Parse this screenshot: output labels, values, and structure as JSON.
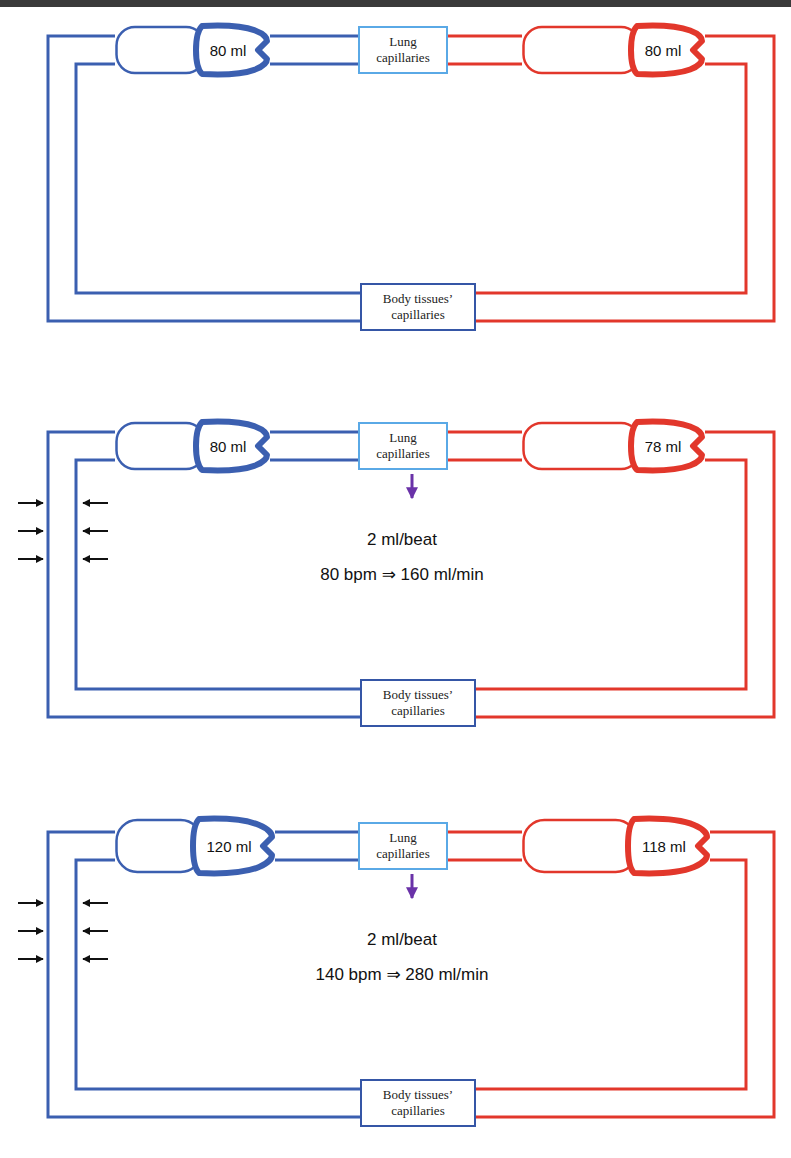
{
  "diagram": {
    "nodes": [
      {
        "text": [
          "80 ml"
        ]
      },
      {
        "text": [
          "Lung capillaries"
        ]
      },
      {
        "text": [
          "80 ml"
        ]
      },
      {
        "text": [
          "Body tissues’ capillaries"
        ]
      },
      {
        "text": [
          "80 ml"
        ]
      },
      {
        "text": [
          "Lung capillaries"
        ]
      },
      {
        "text": [
          "78 ml"
        ]
      },
      {
        "text": [
          "Body tissues’ capillaries"
        ]
      },
      {
        "text": [
          "120 ml"
        ]
      },
      {
        "text": [
          "Lung capillaries"
        ]
      },
      {
        "text": [
          "118 ml"
        ]
      },
      {
        "text": [
          "Body tissues’ capillaries"
        ]
      }
    ],
    "edges": [
      {
        "from": 0,
        "to": 1,
        "arrow": "none"
      },
      {
        "from": 1,
        "to": 2,
        "arrow": "none"
      },
      {
        "from": 2,
        "to": 3,
        "arrow": "none"
      },
      {
        "from": 3,
        "to": 0,
        "arrow": "none"
      },
      {
        "from": 4,
        "to": 5,
        "arrow": "none"
      },
      {
        "from": 5,
        "to": 6,
        "arrow": "none"
      },
      {
        "from": 6,
        "to": 7,
        "arrow": "none"
      },
      {
        "from": 7,
        "to": 4,
        "arrow": "none"
      },
      {
        "from": 8,
        "to": 9,
        "arrow": "none"
      },
      {
        "from": 9,
        "to": 10,
        "arrow": "none"
      },
      {
        "from": 10,
        "to": 11,
        "arrow": "none"
      },
      {
        "from": 11,
        "to": 8,
        "arrow": "none"
      }
    ],
    "labels": [
      "2 ml/beat",
      "80 bpm ⇒ 160 ml/min",
      "2 ml/beat",
      "140 bpm ⇒ 280 ml/min"
    ]
  }
}
